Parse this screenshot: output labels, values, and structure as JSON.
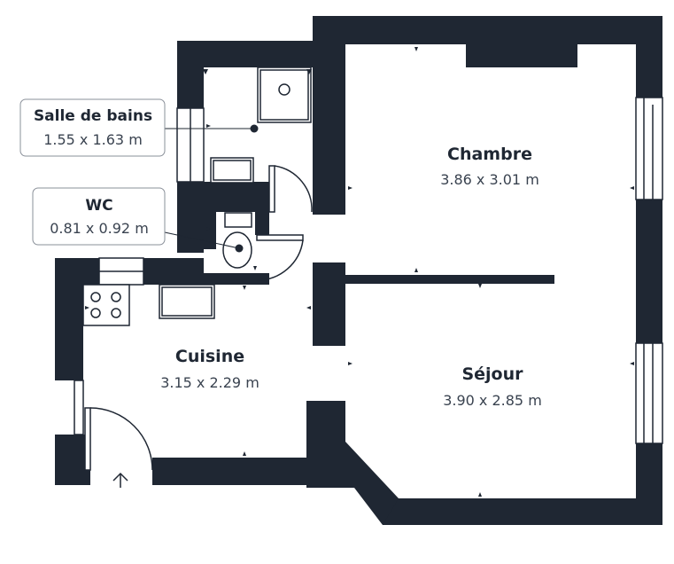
{
  "colors": {
    "wall": "#1f2733",
    "background": "#ffffff",
    "text": "#1f2733",
    "secondary_text": "#3a4350",
    "fixture_stroke": "#1f2733"
  },
  "rooms": {
    "chambre": {
      "name": "Chambre",
      "dims": "3.86 x 3.01 m"
    },
    "sejour": {
      "name": "Séjour",
      "dims": "3.90 x 2.85 m"
    },
    "cuisine": {
      "name": "Cuisine",
      "dims": "3.15 x 2.29 m"
    }
  },
  "callouts": {
    "bathroom": {
      "name": "Salle de bains",
      "dims": "1.55 x 1.63 m"
    },
    "wc": {
      "name": "WC",
      "dims": "0.81 x 0.92 m"
    }
  },
  "icons": {
    "entrance": "up-arrow-icon"
  }
}
